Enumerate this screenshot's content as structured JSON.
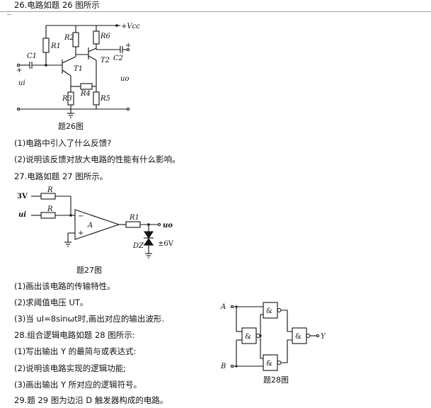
{
  "q26": {
    "title": "26.电路如题 26 图所示",
    "caption": "题26图",
    "q1": "(1)电路中引入了什么反馈?",
    "q2": "(2)说明该反馈对放大电路的性能有什么影响。",
    "labels": {
      "r1": "R1",
      "r2": "R2",
      "r3": "R3",
      "r4": "R4",
      "r5": "R5",
      "r6": "R6",
      "t1": "T1",
      "t2": "T2",
      "c1": "C1",
      "c2": "C2",
      "vcc": "+Vcc",
      "ui": "ui",
      "uo": "uo",
      "plus_in": "+",
      "plus_out": "+"
    }
  },
  "q27": {
    "title": "27.电路如题 27 图所示。",
    "caption": "题27图",
    "q1": "(1)画出该电路的传输特性。",
    "q2": "(2)求阈值电压 UT。",
    "q3": "(3)当 uI=8sinωt时,画出对应的输出波形.",
    "labels": {
      "v3": "3V",
      "r_top": "R",
      "r_bot": "R",
      "ui": "ui",
      "amp": "A",
      "minus": "−",
      "plus": "+",
      "r1": "R1",
      "uo": "uo",
      "dz": "DZ",
      "zv": "±6V"
    }
  },
  "q28": {
    "title": "28.组合逻辑电路如题 28 图所示:",
    "caption": "题28图",
    "q1": "(1)写出输出 Y 的最简与或表达式:",
    "q2": "(2)说明该电路实现的逻辑功能;",
    "q3": "(3)画出输出 Y 所对应的逻辑符号。",
    "labels": {
      "a": "A",
      "b": "B",
      "y": "Y",
      "gate": "&"
    }
  },
  "q29": {
    "title": "29.题 29 图为边沿 D 触发器构成的电路。"
  }
}
